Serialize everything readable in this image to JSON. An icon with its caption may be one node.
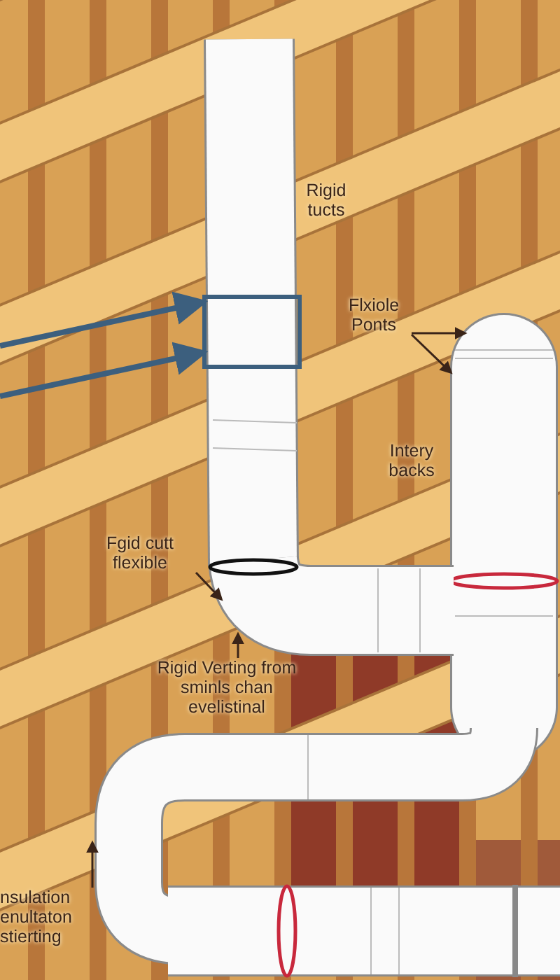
{
  "diagram": {
    "nodes": [
      {
        "text": [],
        "shape": "picture"
      },
      {
        "text": [
          "Flxiole Ponts"
        ]
      },
      {
        "text": [],
        "shape": "picture"
      },
      {
        "text": [],
        "shape": "picture"
      },
      {
        "text": [
          "Fgid cutt flexible"
        ]
      },
      {
        "text": [
          "Rigid Verting from sminls chan evelistinal"
        ]
      },
      {
        "text": [],
        "shape": "picture"
      },
      {
        "text": [
          "nsulation enultaton stierting"
        ]
      }
    ],
    "edges": [
      {
        "from": null,
        "to": 0,
        "arrow": "to",
        "color": "#3c5f7e",
        "style": "thick"
      },
      {
        "from": null,
        "to": 0,
        "arrow": "to",
        "color": "#3c5f7e",
        "style": "thick"
      },
      {
        "from": 1,
        "to": 2,
        "arrow": "to"
      },
      {
        "from": 1,
        "to": 2,
        "arrow": "to"
      },
      {
        "from": 4,
        "to": 3,
        "arrow": "to"
      },
      {
        "from": 5,
        "to": 3,
        "arrow": "to"
      },
      {
        "from": 7,
        "to": 6,
        "arrow": "to"
      }
    ],
    "labels": [
      "Rigid tucts",
      "Intery backs"
    ]
  }
}
